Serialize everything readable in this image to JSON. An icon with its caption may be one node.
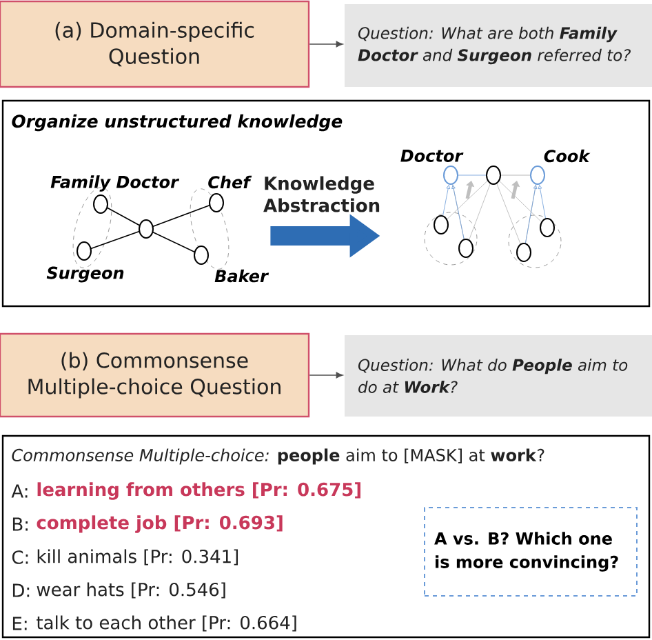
{
  "diagram": {
    "nodes": [
      {
        "text": [
          "(a) Domain-specific Question"
        ]
      },
      {
        "text": [
          "Question: What are both **Family Doctor** and **Surgeon** referred to?"
        ]
      },
      {
        "text": [
          "Organize unstructured knowledge"
        ]
      },
      {
        "text": [],
        "shape": "picture",
        "in": 2,
        "beside": [
          "Family Doctor",
          "Chef",
          "Surgeon",
          "Baker"
        ]
      },
      {
        "text": [],
        "shape": "picture",
        "in": 2,
        "beside": [
          "Doctor",
          "Cook"
        ]
      },
      {
        "text": [
          "(b) Commonsense Multiple-choice Question"
        ]
      },
      {
        "text": [
          "Question: What do **People** aim to do at **Work**?"
        ]
      },
      {
        "text": [
          "*Commonsense Multiple-choice:* **people** aim to [MASK] at **work**?",
          "A:",
          "learning from others [Pr: 0.675]",
          "B:",
          "complete job [Pr: 0.693]",
          "C:",
          "kill animals [Pr: 0.341]",
          "D:",
          "wear hats [Pr: 0.546]",
          "E:",
          "talk to each other [Pr: 0.664]"
        ]
      },
      {
        "text": [
          "A vs. B? Which one is more convincing?"
        ],
        "in": 7
      }
    ],
    "edges": [
      {
        "from": 0,
        "to": 1,
        "arrow": "to"
      },
      {
        "from": 3,
        "to": 4,
        "arrow": "to",
        "label": "Knowledge Abstraction",
        "style": "thick",
        "color": "#2e6db4"
      },
      {
        "from": 5,
        "to": 6,
        "arrow": "to"
      }
    ]
  }
}
